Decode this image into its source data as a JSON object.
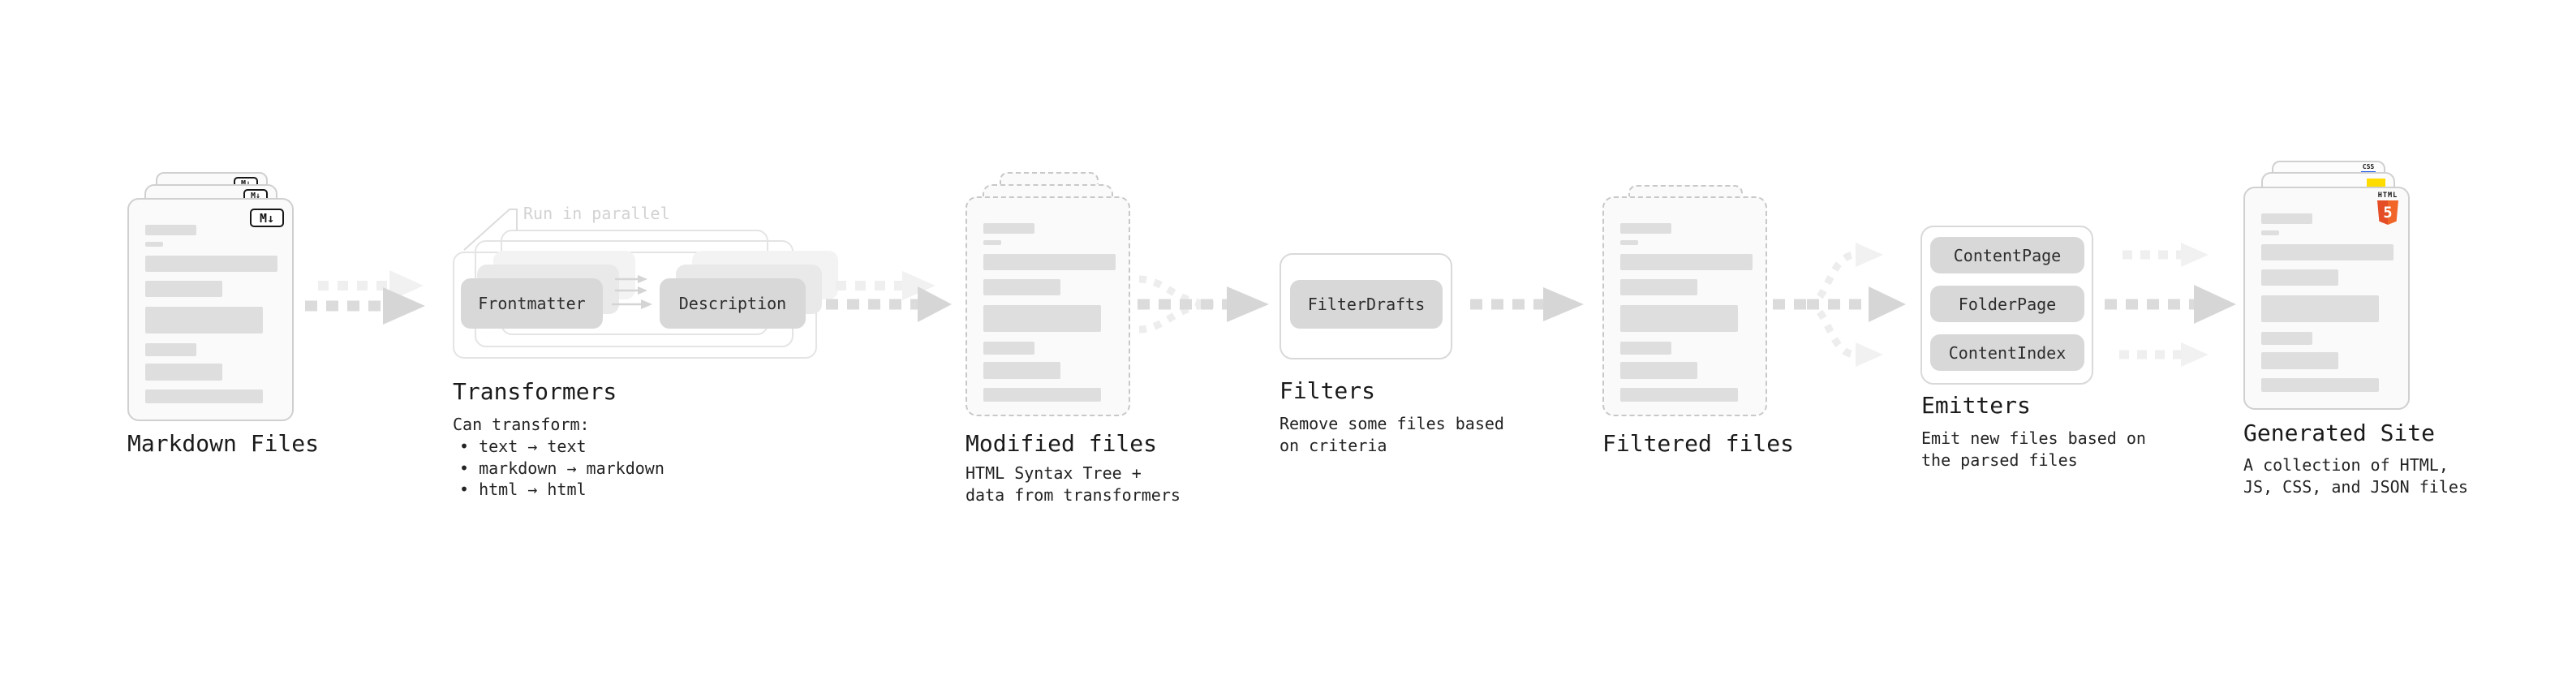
{
  "stages": {
    "markdown": {
      "title": "Markdown Files",
      "badge": "M↓"
    },
    "transformers": {
      "title": "Transformers",
      "callout": "Run in parallel",
      "heading": "Can transform:",
      "bullet1": "• text → text",
      "bullet2": "• markdown → markdown",
      "bullet3": "• html → html",
      "box1": "Frontmatter",
      "box2": "Description"
    },
    "modified": {
      "title": "Modified files",
      "desc1": "HTML Syntax Tree +",
      "desc2": "data from transformers"
    },
    "filters": {
      "title": "Filters",
      "desc1": "Remove some files based",
      "desc2": "on criteria",
      "box1": "FilterDrafts"
    },
    "filtered": {
      "title": "Filtered files"
    },
    "emitters": {
      "title": "Emitters",
      "desc1": "Emit new files based on",
      "desc2": "the parsed files",
      "box1": "ContentPage",
      "box2": "FolderPage",
      "box3": "ContentIndex"
    },
    "generated": {
      "title": "Generated Site",
      "desc1": "A collection of HTML,",
      "desc2": "JS, CSS, and JSON files",
      "css_badge": "CSS",
      "html_badge_label": "HTML",
      "html_badge_number": "5"
    }
  },
  "colors": {
    "html5_orange": "#e44d26",
    "js_yellow": "#ffdc00",
    "css_blue": "#2760e8",
    "card_border": "#d0d0d0",
    "chip_gray": "#d8d8d8",
    "arrow_dark": "#dbdbdb",
    "arrow_light": "#efefef"
  }
}
